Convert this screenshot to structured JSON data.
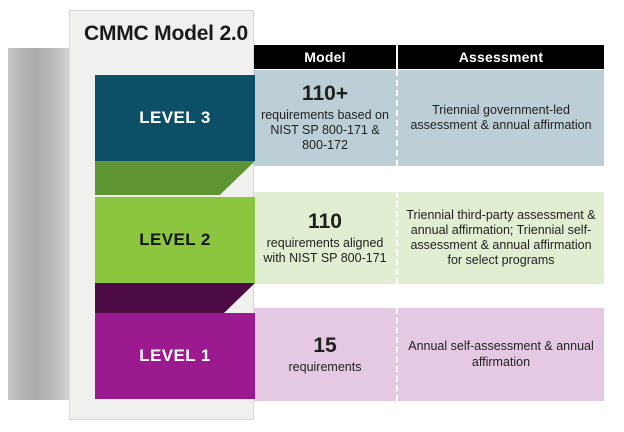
{
  "title": "CMMC Model 2.0",
  "columns": {
    "model": "Model",
    "assessment": "Assessment"
  },
  "colors": {
    "level3": "#0d4f66",
    "level2": "#8cc63f",
    "level1": "#9c1a90",
    "level3_panel": "#bdcfd6",
    "level2_panel": "#e1eed2",
    "level1_panel": "#e5c9e3",
    "connector_green": "#5f9432",
    "connector_purple": "#4d0b44",
    "header_bar": "#000000"
  },
  "levels": [
    {
      "label": "LEVEL 3",
      "model_count": "110+",
      "model_text": "requirements based on NIST SP 800-171 & 800-172",
      "assessment_text": "Triennial government-led assessment & annual affirmation"
    },
    {
      "label": "LEVEL 2",
      "model_count": "110",
      "model_text": "requirements aligned with NIST SP 800-171",
      "assessment_text": "Triennial third-party assessment & annual affirmation; Triennial self-assessment & annual affirmation for select programs"
    },
    {
      "label": "LEVEL 1",
      "model_count": "15",
      "model_text": "requirements",
      "assessment_text": "Annual self-assessment & annual affirmation"
    }
  ]
}
